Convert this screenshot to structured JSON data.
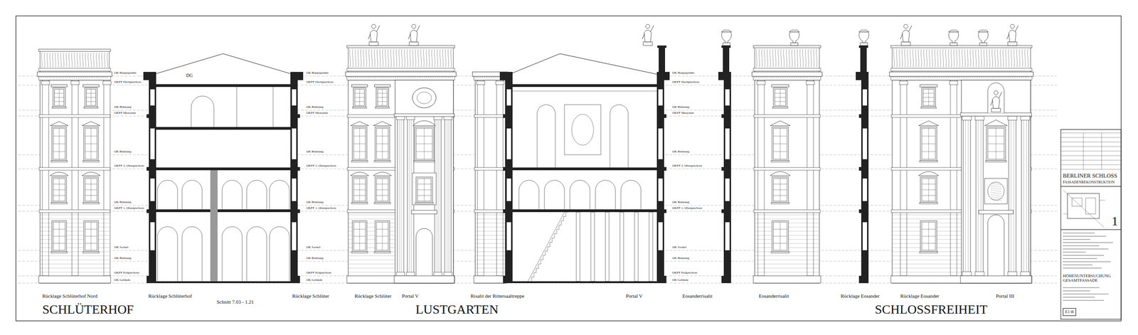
{
  "diagram": {
    "nodes": [
      {
        "text": [
          "BERLINER SCHLOSS",
          "FASSADENREKONSTRUKTION",
          "HÖHENUNTERSUCHUNG GESAMTFASSADE"
        ]
      },
      {
        "text": [
          "1"
        ],
        "in": 0
      },
      {
        "text": [
          "E1-B"
        ],
        "in": 0
      }
    ],
    "labels": [
      "SCHLÜTERHOF",
      "LUSTGARTEN",
      "SCHLOSSFREIHEIT",
      "Rücklage Schlüterhof Nord",
      "Rücklage Schlüterhof",
      "Schnitt 7.03 - 1.21",
      "Rücklage Schlüter",
      "Rücklage Schlüter",
      "Portal V",
      "Risalit der Rittersaaltreppe",
      "Portal V",
      "Eosanderrisalit",
      "Eosanderrisalit",
      "Rücklage Eosander",
      "Rücklage Eosander",
      "Portal III",
      "DG",
      "OK Hauptgesims",
      "OKFF Dachgeschoss",
      "OK Brüstung",
      "OKFF Mezzanin",
      "OK Brüstung",
      "OKFF 2. Obergeschoss",
      "OK Brüstung",
      "OKFF 1. Obergeschoss",
      "OK Sockel",
      "OK Brüstung",
      "OKFF Erdgeschoss",
      "OK Gelände",
      "OK Hauptgesims",
      "OKFF Dachgeschoss",
      "OK Brüstung",
      "OKFF Mezzanin",
      "OK Brüstung",
      "OKFF 2. Obergeschoss",
      "OK Brüstung",
      "OKFF 1. Obergeschoss",
      "OK Sockel",
      "OK Brüstung",
      "OKFF Erdgeschoss",
      "OK Gelände",
      "OK Hauptgesims",
      "OKFF Dachgeschoss",
      "OK Brüstung",
      "OKFF Mezzanin",
      "OK Brüstung",
      "OKFF 2. Obergeschoss",
      "OK Brüstung",
      "OKFF 1. Obergeschoss",
      "OK Sockel",
      "OK Brüstung",
      "OKFF Erdgeschoss",
      "OK Gelände"
    ]
  }
}
